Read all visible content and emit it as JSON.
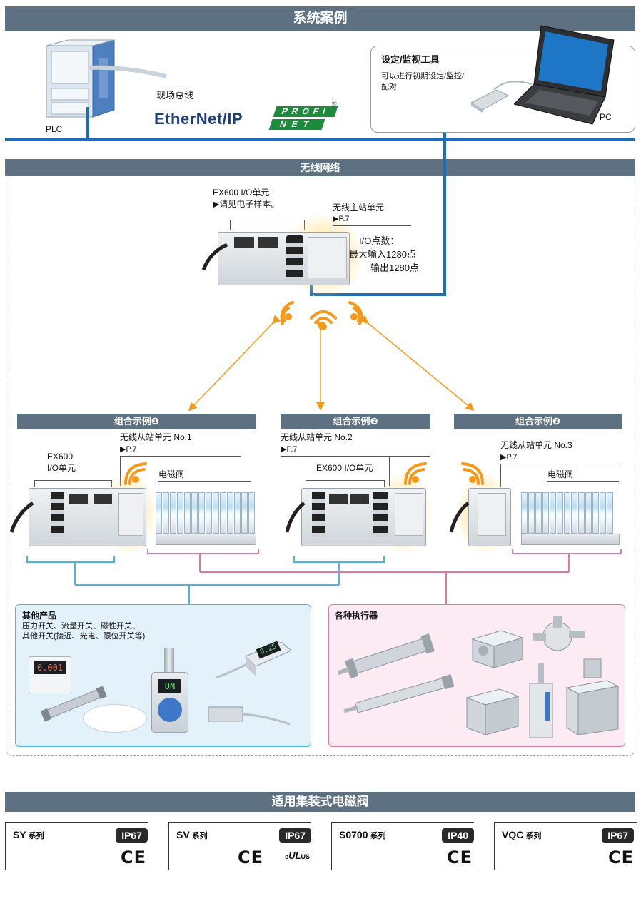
{
  "header": {
    "title": "系统案例"
  },
  "top": {
    "plc_label": "PLC",
    "fieldbus_label": "现场总线",
    "ethernet_logo": "EtherNet/IP",
    "profinet_logo_top": "PROFI",
    "profinet_logo_bottom": "NET",
    "tool_title": "设定/监视工具",
    "tool_desc_1": "可以进行初期设定/监控/",
    "tool_desc_2": "配对",
    "pc_label": "PC"
  },
  "wireless": {
    "title": "无线网络",
    "ex600_title": "EX600 I/O单元",
    "ex600_ref": "▶请见电子样本。",
    "master_title": "无线主站单元",
    "master_ref": "▶P.7",
    "io_points_label": "I/O点数：",
    "io_in": "最大输入1280点",
    "io_out": "输出1280点"
  },
  "examples": [
    {
      "title": "组合示例❶",
      "slave": "无线从站单元 No.1",
      "ref": "▶P.7",
      "ex600_1": "EX600",
      "ex600_2": "I/O单元",
      "valve": "电磁阀"
    },
    {
      "title": "组合示例❷",
      "slave": "无线从站单元 No.2",
      "ref": "▶P.7",
      "ex600": "EX600 I/O单元"
    },
    {
      "title": "组合示例❸",
      "slave": "无线从站单元 No.3",
      "ref": "▶P.7",
      "valve": "电磁阀"
    }
  ],
  "products": {
    "other_title": "其他产品",
    "other_desc_1": "压力开关、流量开关、磁性开关、",
    "other_desc_2": "其他开关(接近、光电、限位开关等)",
    "switch_display_1": "0.001",
    "switch_display_2": "ON",
    "switch_display_3": "0.25",
    "actuator_title": "各种执行器"
  },
  "footer": {
    "title": "适用集装式电磁阀",
    "series_suffix": "系列",
    "series": [
      {
        "name": "SY",
        "ip": "IP67",
        "marks": "CE"
      },
      {
        "name": "SV",
        "ip": "IP67",
        "marks": "CE"
      },
      {
        "name": "S0700",
        "ip": "IP40",
        "marks": "CE"
      },
      {
        "name": "VQC",
        "ip": "IP67",
        "marks": "CE"
      }
    ],
    "ul_mark": "UL",
    "ul_prefix": "c",
    "ul_suffix": "US"
  },
  "colors": {
    "bar": "#5d7183",
    "network_blue": "#1e6db6",
    "wireless_orange": "#f39a1e",
    "connector_cyan": "#4fb3e0",
    "connector_pink": "#d67aa6",
    "panel_blue_bg": "#e3f1fb",
    "panel_pink_bg": "#fcebf3"
  }
}
